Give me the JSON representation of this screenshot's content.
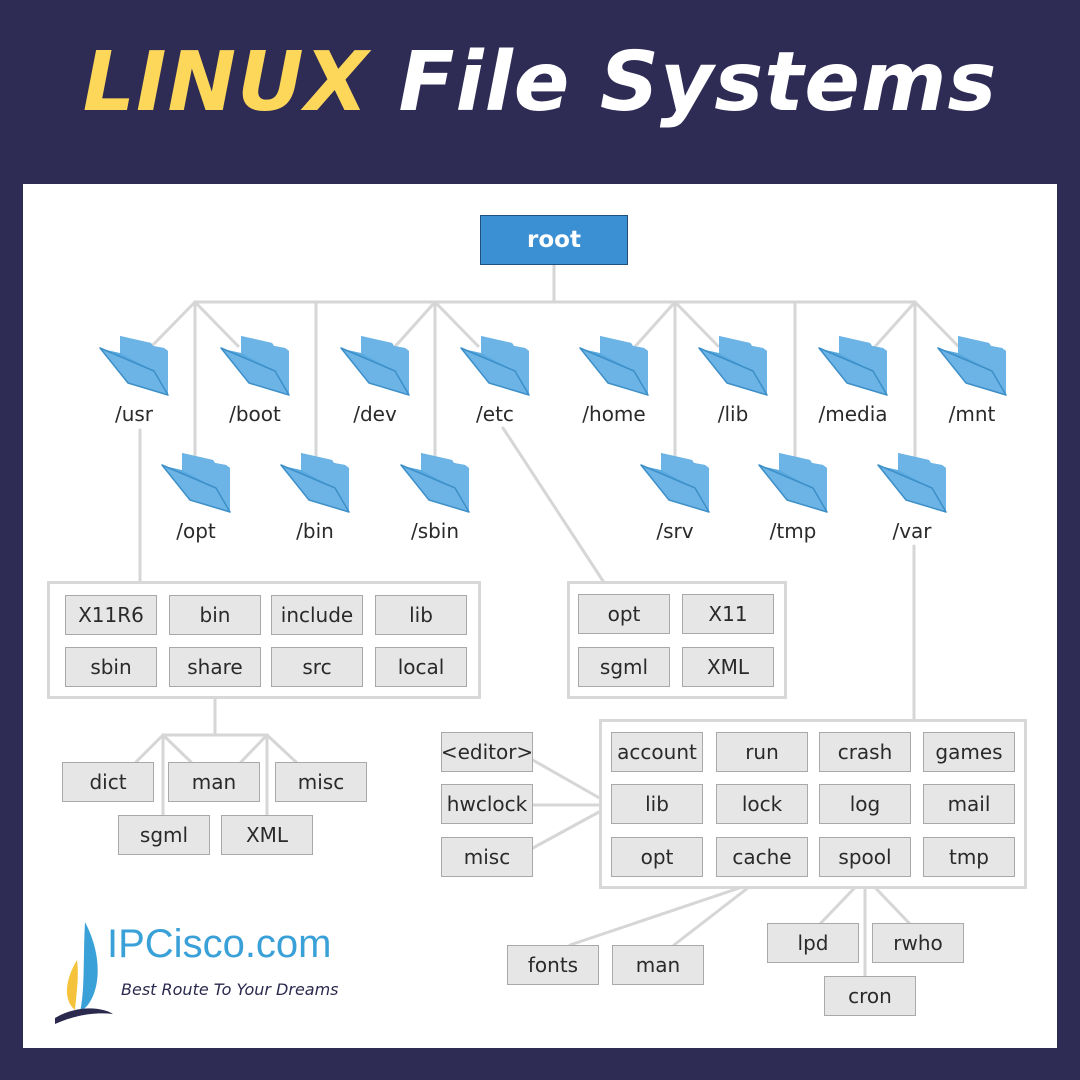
{
  "title": {
    "part1": "LINUX",
    "part2": "File Systems"
  },
  "colors": {
    "background": "#2e2b55",
    "title_accent": "#fdd75a",
    "root_fill": "#3b8fd3",
    "folder_fill": "#6cb4e6",
    "line": "#d6d6d6",
    "cell_fill": "#e6e6e6"
  },
  "root": {
    "label": "root"
  },
  "top_dirs": [
    "/usr",
    "/boot",
    "/dev",
    "/etc",
    "/home",
    "/lib",
    "/media",
    "/mnt"
  ],
  "second_dirs": [
    "/opt",
    "/bin",
    "/sbin",
    "/srv",
    "/tmp",
    "/var"
  ],
  "usr_group": {
    "items": [
      "X11R6",
      "bin",
      "include",
      "lib",
      "sbin",
      "share",
      "src",
      "local"
    ]
  },
  "share_children": [
    "dict",
    "man",
    "misc",
    "sgml",
    "XML"
  ],
  "etc_group": {
    "items": [
      "opt",
      "X11",
      "sgml",
      "XML"
    ]
  },
  "var_group": {
    "items": [
      "account",
      "run",
      "crash",
      "games",
      "lib",
      "lock",
      "log",
      "mail",
      "opt",
      "cache",
      "spool",
      "tmp"
    ]
  },
  "lib_children": [
    "<editor>",
    "hwclock",
    "misc"
  ],
  "cache_children": [
    "fonts",
    "man"
  ],
  "spool_children": [
    "lpd",
    "rwho",
    "cron"
  ],
  "logo": {
    "brand": "IPCisco.com",
    "tagline": "Best Route To Your Dreams"
  }
}
